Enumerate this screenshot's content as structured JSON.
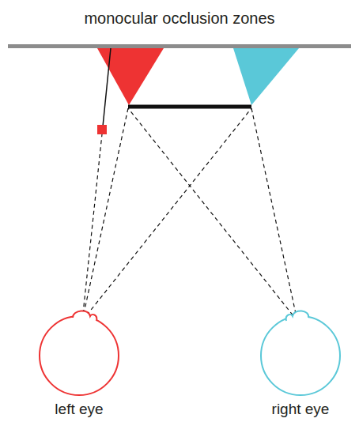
{
  "diagram": {
    "title": "monocular occlusion zones",
    "labels": [
      "left eye",
      "right eye"
    ]
  }
}
